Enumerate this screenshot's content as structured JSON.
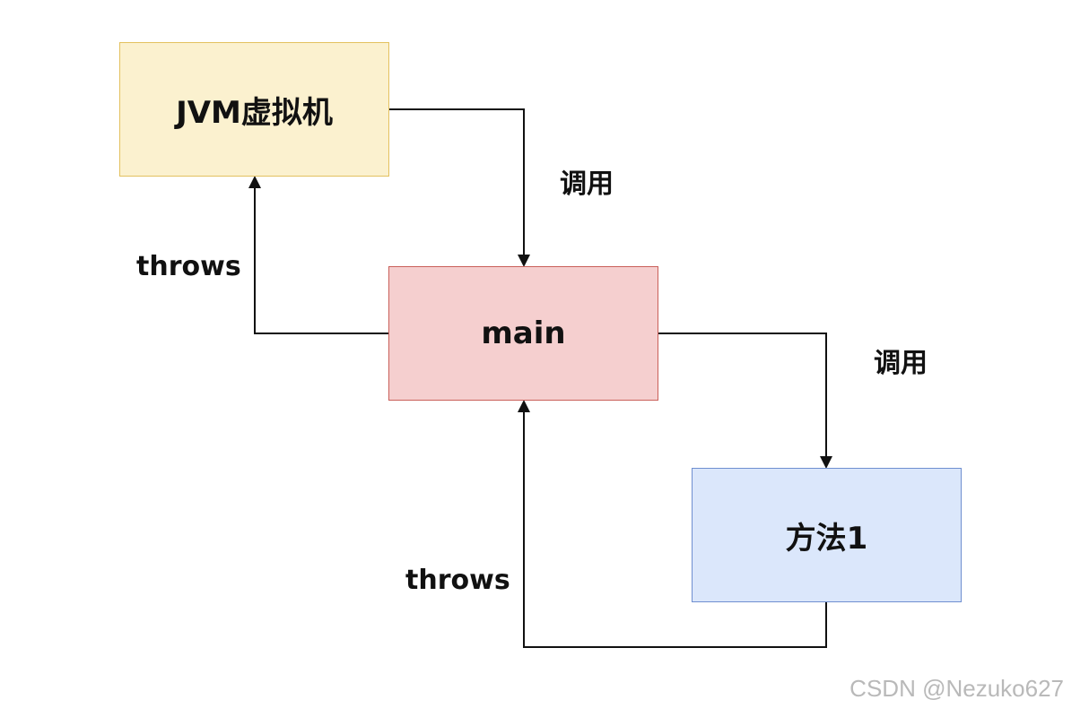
{
  "nodes": {
    "jvm": "JVM虚拟机",
    "main": "main",
    "method": "方法1"
  },
  "edges": {
    "jvm_to_main": "调用",
    "main_to_method": "调用",
    "main_to_jvm": "throws",
    "method_to_main": "throws"
  },
  "watermark": "CSDN @Nezuko627",
  "colors": {
    "jvm_fill": "#fbf1cf",
    "jvm_border": "#e3c15f",
    "main_fill": "#f5cfcf",
    "main_border": "#c9605a",
    "method_fill": "#dbe7fb",
    "method_border": "#6f8fd0",
    "line": "#111111"
  }
}
